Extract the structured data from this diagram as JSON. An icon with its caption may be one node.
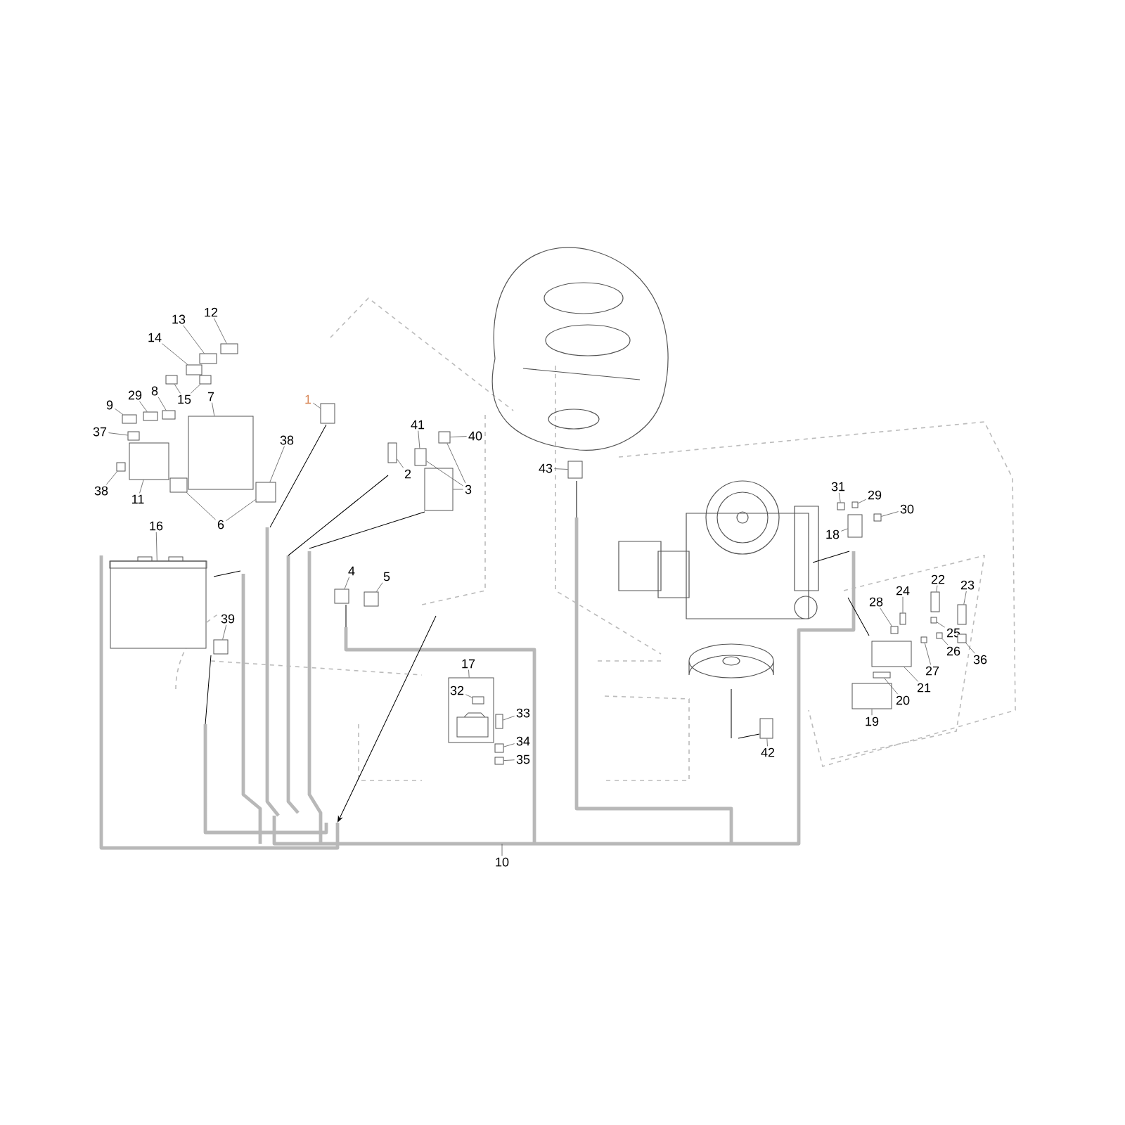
{
  "diagram": {
    "nodes": [
      {
        "text": [
          "12"
        ]
      },
      {
        "text": [
          "13"
        ]
      },
      {
        "text": [
          "14"
        ]
      },
      {
        "text": [
          "15"
        ]
      },
      {
        "text": [
          "9"
        ]
      },
      {
        "text": [
          "29"
        ]
      },
      {
        "text": [
          "8"
        ]
      },
      {
        "text": [
          "7"
        ]
      },
      {
        "text": [
          "1"
        ]
      },
      {
        "text": [
          "37"
        ]
      },
      {
        "text": [
          "41"
        ]
      },
      {
        "text": [
          "40"
        ]
      },
      {
        "text": [
          "38"
        ]
      },
      {
        "text": [
          "43"
        ]
      },
      {
        "text": [
          "2"
        ]
      },
      {
        "text": [
          "3"
        ]
      },
      {
        "text": [
          "31"
        ]
      },
      {
        "text": [
          "29"
        ]
      },
      {
        "text": [
          "30"
        ]
      },
      {
        "text": [
          "38"
        ]
      },
      {
        "text": [
          "11"
        ]
      },
      {
        "text": [
          "6"
        ]
      },
      {
        "text": [
          "16"
        ]
      },
      {
        "text": [
          "18"
        ]
      },
      {
        "text": [
          "4"
        ]
      },
      {
        "text": [
          "5"
        ]
      },
      {
        "text": [
          "22"
        ]
      },
      {
        "text": [
          "23"
        ]
      },
      {
        "text": [
          "24"
        ]
      },
      {
        "text": [
          "28"
        ]
      },
      {
        "text": [
          "39"
        ]
      },
      {
        "text": [
          "25"
        ]
      },
      {
        "text": [
          "26"
        ]
      },
      {
        "text": [
          "36"
        ]
      },
      {
        "text": [
          "17"
        ]
      },
      {
        "text": [],
        "shape": "box"
      },
      {
        "text": [
          "27"
        ]
      },
      {
        "text": [
          "21"
        ]
      },
      {
        "text": [
          "32"
        ],
        "in": 35
      },
      {
        "text": [
          "20"
        ]
      },
      {
        "text": [
          "33"
        ]
      },
      {
        "text": [
          "19"
        ]
      },
      {
        "text": [
          "34"
        ]
      },
      {
        "text": [
          "42"
        ]
      },
      {
        "text": [
          "35"
        ]
      },
      {
        "text": [
          "10"
        ]
      },
      {
        "text": [],
        "shape": "box"
      },
      {
        "text": [],
        "shape": "box"
      },
      {
        "text": [],
        "shape": "box"
      },
      {
        "text": [],
        "shape": "box"
      },
      {
        "text": [],
        "shape": "box"
      },
      {
        "text": [],
        "shape": "box"
      },
      {
        "text": [],
        "shape": "box"
      },
      {
        "text": [],
        "shape": "box"
      },
      {
        "text": [],
        "shape": "box"
      },
      {
        "text": [],
        "shape": "box"
      },
      {
        "text": [],
        "shape": "box"
      },
      {
        "text": [],
        "shape": "box"
      },
      {
        "text": [],
        "shape": "box"
      },
      {
        "text": [],
        "shape": "box"
      },
      {
        "text": [],
        "shape": "box"
      },
      {
        "text": [],
        "shape": "box"
      },
      {
        "text": [],
        "shape": "box"
      },
      {
        "text": [],
        "shape": "box"
      },
      {
        "text": [],
        "shape": "box"
      },
      {
        "text": [],
        "shape": "box"
      },
      {
        "text": [],
        "shape": "box"
      },
      {
        "text": [],
        "shape": "box"
      },
      {
        "text": [],
        "shape": "box"
      },
      {
        "text": [],
        "shape": "box",
        "in": 35
      },
      {
        "text": [],
        "shape": "box"
      },
      {
        "text": [],
        "shape": "box"
      },
      {
        "text": [],
        "shape": "box"
      },
      {
        "text": [],
        "shape": "box"
      },
      {
        "text": [],
        "shape": "box"
      },
      {
        "text": [],
        "shape": "box"
      },
      {
        "text": [],
        "shape": "box"
      },
      {
        "text": [],
        "shape": "box"
      },
      {
        "text": [],
        "shape": "box"
      },
      {
        "text": [],
        "shape": "box"
      },
      {
        "text": [],
        "shape": "box"
      },
      {
        "text": [],
        "shape": "box"
      },
      {
        "text": [],
        "shape": "box"
      },
      {
        "text": [],
        "shape": "box"
      },
      {
        "text": [],
        "shape": "box"
      },
      {
        "text": [],
        "shape": "box"
      },
      {
        "text": [],
        "shape": "box"
      },
      {
        "text": [],
        "shape": "box"
      },
      {
        "text": [],
        "shape": "box"
      },
      {
        "text": [],
        "shape": "box"
      }
    ],
    "edges": [
      {
        "from": 0,
        "to": 60,
        "arrow": "none"
      },
      {
        "from": 1,
        "to": 57,
        "arrow": "none"
      },
      {
        "from": 2,
        "to": 55,
        "arrow": "none"
      },
      {
        "from": 3,
        "to": 53,
        "arrow": "none"
      },
      {
        "from": 3,
        "to": 56,
        "arrow": "none"
      },
      {
        "from": 4,
        "to": 47,
        "arrow": "none"
      },
      {
        "from": 5,
        "to": 50,
        "arrow": "none"
      },
      {
        "from": 6,
        "to": 52,
        "arrow": "none"
      },
      {
        "from": 7,
        "to": 58,
        "arrow": "none"
      },
      {
        "from": 8,
        "to": 62,
        "arrow": "none"
      },
      {
        "from": 9,
        "to": 48,
        "arrow": "none"
      },
      {
        "from": 10,
        "to": 66,
        "arrow": "none"
      },
      {
        "from": 11,
        "to": 68,
        "arrow": "none"
      },
      {
        "from": 12,
        "to": 61,
        "arrow": "none"
      },
      {
        "from": 13,
        "to": 73,
        "arrow": "none"
      },
      {
        "from": 14,
        "to": 65,
        "arrow": "none"
      },
      {
        "from": 15,
        "to": 68,
        "arrow": "none"
      },
      {
        "from": 15,
        "to": 66,
        "arrow": "none"
      },
      {
        "from": 15,
        "to": 67,
        "arrow": "none"
      },
      {
        "from": 16,
        "to": 75,
        "arrow": "none"
      },
      {
        "from": 17,
        "to": 77,
        "arrow": "none"
      },
      {
        "from": 18,
        "to": 79,
        "arrow": "none"
      },
      {
        "from": 19,
        "to": 46,
        "arrow": "none"
      },
      {
        "from": 20,
        "to": 49,
        "arrow": "none"
      },
      {
        "from": 21,
        "to": 54,
        "arrow": "none"
      },
      {
        "from": 21,
        "to": 61,
        "arrow": "none"
      },
      {
        "from": 22,
        "to": 51,
        "arrow": "none"
      },
      {
        "from": 23,
        "to": 76,
        "arrow": "none"
      },
      {
        "from": 24,
        "to": 63,
        "arrow": "none"
      },
      {
        "from": 25,
        "to": 64,
        "arrow": "none"
      },
      {
        "from": 26,
        "to": 85,
        "arrow": "none"
      },
      {
        "from": 27,
        "to": 88,
        "arrow": "none"
      },
      {
        "from": 28,
        "to": 83,
        "arrow": "none"
      },
      {
        "from": 29,
        "to": 82,
        "arrow": "none"
      },
      {
        "from": 30,
        "to": 59,
        "arrow": "none"
      },
      {
        "from": 31,
        "to": 86,
        "arrow": "none"
      },
      {
        "from": 32,
        "to": 87,
        "arrow": "none"
      },
      {
        "from": 33,
        "to": 89,
        "arrow": "none"
      },
      {
        "from": 34,
        "to": 35,
        "arrow": "none"
      },
      {
        "from": 36,
        "to": 84,
        "arrow": "none"
      },
      {
        "from": 37,
        "to": 81,
        "arrow": "none"
      },
      {
        "from": 38,
        "to": 69,
        "arrow": "none"
      },
      {
        "from": 39,
        "to": 80,
        "arrow": "none"
      },
      {
        "from": 40,
        "to": 70,
        "arrow": "none"
      },
      {
        "from": 41,
        "to": 78,
        "arrow": "none"
      },
      {
        "from": 42,
        "to": 71,
        "arrow": "none"
      },
      {
        "from": 43,
        "to": 74,
        "arrow": "none"
      },
      {
        "from": 44,
        "to": 72,
        "arrow": "none"
      },
      {
        "from": 45,
        "to": null,
        "arrow": "none"
      }
    ]
  }
}
